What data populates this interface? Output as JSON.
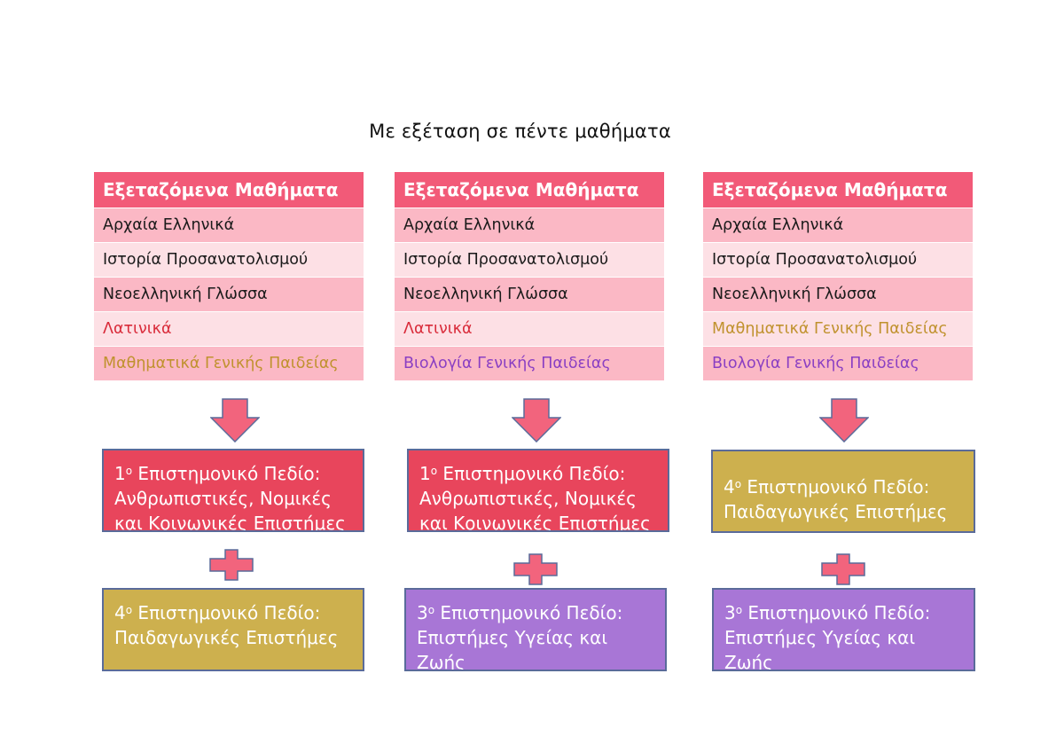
{
  "title": "Με εξέταση σε πέντε μαθήματα",
  "colors": {
    "header": "#f25a78",
    "row_dark": "#fbb8c5",
    "row_light": "#fde0e5",
    "latin": "#d92b3a",
    "math": "#c0922e",
    "biology": "#8a3fc3",
    "field1": "#e8455c",
    "field3": "#a876d6",
    "field4": "#cdb04e",
    "arrow": "#f2647d"
  },
  "columns": [
    {
      "header": "Εξεταζόμενα Μαθήματα",
      "subjects": [
        {
          "label": "Αρχαία Ελληνικά",
          "color": "#1a1a1a"
        },
        {
          "label": "Ιστορία Προσανατολισμού",
          "color": "#1a1a1a"
        },
        {
          "label": "Νεοελληνική Γλώσσα",
          "color": "#1a1a1a"
        },
        {
          "label": "Λατινικά",
          "color": "#d92b3a"
        },
        {
          "label": "Μαθηματικά Γενικής Παιδείας",
          "color": "#c0922e"
        }
      ],
      "field_a": {
        "num": "1",
        "sup": "ο",
        "text": " Επιστημονικό Πεδίο: Ανθρωπιστικές, Νομικές και Κοινωνικές Επιστήμες"
      },
      "field_b": {
        "num": "4",
        "sup": "ο",
        "text": " Επιστημονικό Πεδίο: Παιδαγωγικές Επιστήμες"
      }
    },
    {
      "header": "Εξεταζόμενα Μαθήματα",
      "subjects": [
        {
          "label": "Αρχαία Ελληνικά",
          "color": "#1a1a1a"
        },
        {
          "label": "Ιστορία Προσανατολισμού",
          "color": "#1a1a1a"
        },
        {
          "label": "Νεοελληνική Γλώσσα",
          "color": "#1a1a1a"
        },
        {
          "label": "Λατινικά",
          "color": "#d92b3a"
        },
        {
          "label": "Βιολογία Γενικής Παιδείας",
          "color": "#8a3fc3"
        }
      ],
      "field_a": {
        "num": "1",
        "sup": "ο",
        "text": " Επιστημονικό Πεδίο: Ανθρωπιστικές, Νομικές και Κοινωνικές Επιστήμες"
      },
      "field_b": {
        "num": "3",
        "sup": "ο",
        "text": " Επιστημονικό Πεδίο: Επιστήμες Υγείας και Ζωής"
      }
    },
    {
      "header": "Εξεταζόμενα Μαθήματα",
      "subjects": [
        {
          "label": "Αρχαία Ελληνικά",
          "color": "#1a1a1a"
        },
        {
          "label": "Ιστορία Προσανατολισμού",
          "color": "#1a1a1a"
        },
        {
          "label": "Νεοελληνική Γλώσσα",
          "color": "#1a1a1a"
        },
        {
          "label": "Μαθηματικά Γενικής Παιδείας",
          "color": "#c0922e"
        },
        {
          "label": "Βιολογία Γενικής Παιδείας",
          "color": "#8a3fc3"
        }
      ],
      "field_a": {
        "num": "4",
        "sup": "ο",
        "text": " Επιστημονικό Πεδίο: Παιδαγωγικές Επιστήμες"
      },
      "field_b": {
        "num": "3",
        "sup": "ο",
        "text": " Επιστημονικό Πεδίο: Επιστήμες Υγείας και Ζωής"
      }
    }
  ]
}
